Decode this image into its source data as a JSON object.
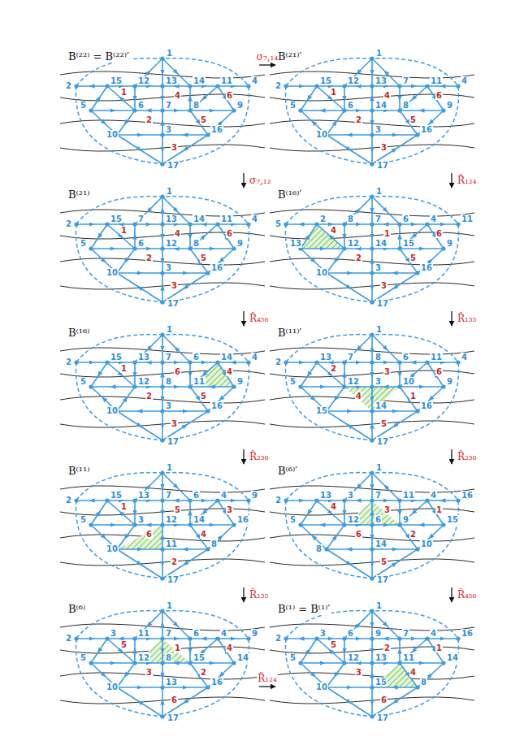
{
  "diagram": {
    "nodes": [
      {
        "text": [
          "B⁽²²⁾ = B⁽²²⁾′"
        ]
      },
      {
        "text": [
          "B⁽²¹⁾′"
        ]
      },
      {
        "text": [
          "B⁽²¹⁾"
        ]
      },
      {
        "text": [
          "B⁽¹⁶⁾′"
        ]
      },
      {
        "text": [
          "B⁽¹⁶⁾"
        ]
      },
      {
        "text": [
          "B⁽¹¹⁾′"
        ]
      },
      {
        "text": [
          "B⁽¹¹⁾"
        ]
      },
      {
        "text": [
          "B⁽⁶⁾′"
        ]
      },
      {
        "text": [
          "B⁽⁶⁾"
        ]
      },
      {
        "text": [
          "B⁽¹⁾ = B⁽¹⁾′"
        ]
      }
    ],
    "edges": [
      {
        "from": 0,
        "to": 1,
        "arrow": "to",
        "label": "σ₇,₁₄"
      },
      {
        "from": 0,
        "to": 2,
        "arrow": "to",
        "label": "σ₇,₁₂"
      },
      {
        "from": 1,
        "to": 3,
        "arrow": "to",
        "label": "R̂₁₂₄"
      },
      {
        "from": 2,
        "to": 4,
        "arrow": "to",
        "label": "R̂₄₅₆"
      },
      {
        "from": 3,
        "to": 5,
        "arrow": "to",
        "label": "R̂₁₃₅"
      },
      {
        "from": 4,
        "to": 6,
        "arrow": "to",
        "label": "R̂₂₃₆"
      },
      {
        "from": 5,
        "to": 7,
        "arrow": "to",
        "label": "R̂₂₃₆"
      },
      {
        "from": 6,
        "to": 8,
        "arrow": "to",
        "label": "R̂₁₃₅"
      },
      {
        "from": 7,
        "to": 9,
        "arrow": "to",
        "label": "R̂₄₅₆"
      },
      {
        "from": 8,
        "to": 9,
        "arrow": "to",
        "label": "R̂₁₂₄"
      }
    ],
    "labels": [
      "1",
      "2",
      "15",
      "12",
      "13",
      "14",
      "11",
      "4",
      "5",
      "6",
      "7",
      "8",
      "9",
      "10",
      "3",
      "16",
      "17",
      "1",
      "2",
      "3",
      "4",
      "5",
      "6",
      "1",
      "2",
      "15",
      "12",
      "13",
      "7",
      "11",
      "4",
      "5",
      "6",
      "14",
      "8",
      "9",
      "10",
      "3",
      "16",
      "17",
      "1",
      "2",
      "3",
      "4",
      "5",
      "6",
      "1",
      "2",
      "15",
      "7",
      "13",
      "14",
      "11",
      "4",
      "5",
      "6",
      "12",
      "8",
      "9",
      "10",
      "3",
      "16",
      "17",
      "1",
      "2",
      "3",
      "4",
      "5",
      "6",
      "1",
      "5",
      "2",
      "8",
      "7",
      "6",
      "4",
      "11",
      "13",
      "12",
      "14",
      "15",
      "9",
      "10",
      "3",
      "16",
      "17",
      "4",
      "2",
      "3",
      "1",
      "5",
      "6",
      "1",
      "2",
      "15",
      "13",
      "7",
      "6",
      "14",
      "4",
      "5",
      "12",
      "8",
      "11",
      "9",
      "10",
      "3",
      "16",
      "17",
      "1",
      "2",
      "3",
      "6",
      "5",
      "4",
      "1",
      "2",
      "13",
      "7",
      "8",
      "6",
      "11",
      "4",
      "5",
      "12",
      "3",
      "10",
      "9",
      "15",
      "14",
      "16",
      "17",
      "2",
      "4",
      "5",
      "3",
      "1",
      "6",
      "1",
      "2",
      "15",
      "13",
      "7",
      "6",
      "4",
      "9",
      "5",
      "3",
      "12",
      "14",
      "16",
      "10",
      "11",
      "8",
      "17",
      "1",
      "6",
      "2",
      "5",
      "4",
      "3",
      "1",
      "2",
      "13",
      "3",
      "7",
      "11",
      "4",
      "16",
      "5",
      "12",
      "6",
      "9",
      "15",
      "8",
      "14",
      "10",
      "17",
      "4",
      "6",
      "5",
      "3",
      "2",
      "1",
      "1",
      "2",
      "3",
      "11",
      "7",
      "6",
      "4",
      "9",
      "5",
      "12",
      "8",
      "15",
      "14",
      "10",
      "13",
      "16",
      "17",
      "5",
      "3",
      "6",
      "1",
      "2",
      "4",
      "1",
      "2",
      "3",
      "6",
      "9",
      "7",
      "4",
      "16",
      "5",
      "12",
      "13",
      "11",
      "14",
      "10",
      "15",
      "8",
      "17",
      "5",
      "3",
      "6",
      "2",
      "4",
      "1"
    ]
  }
}
